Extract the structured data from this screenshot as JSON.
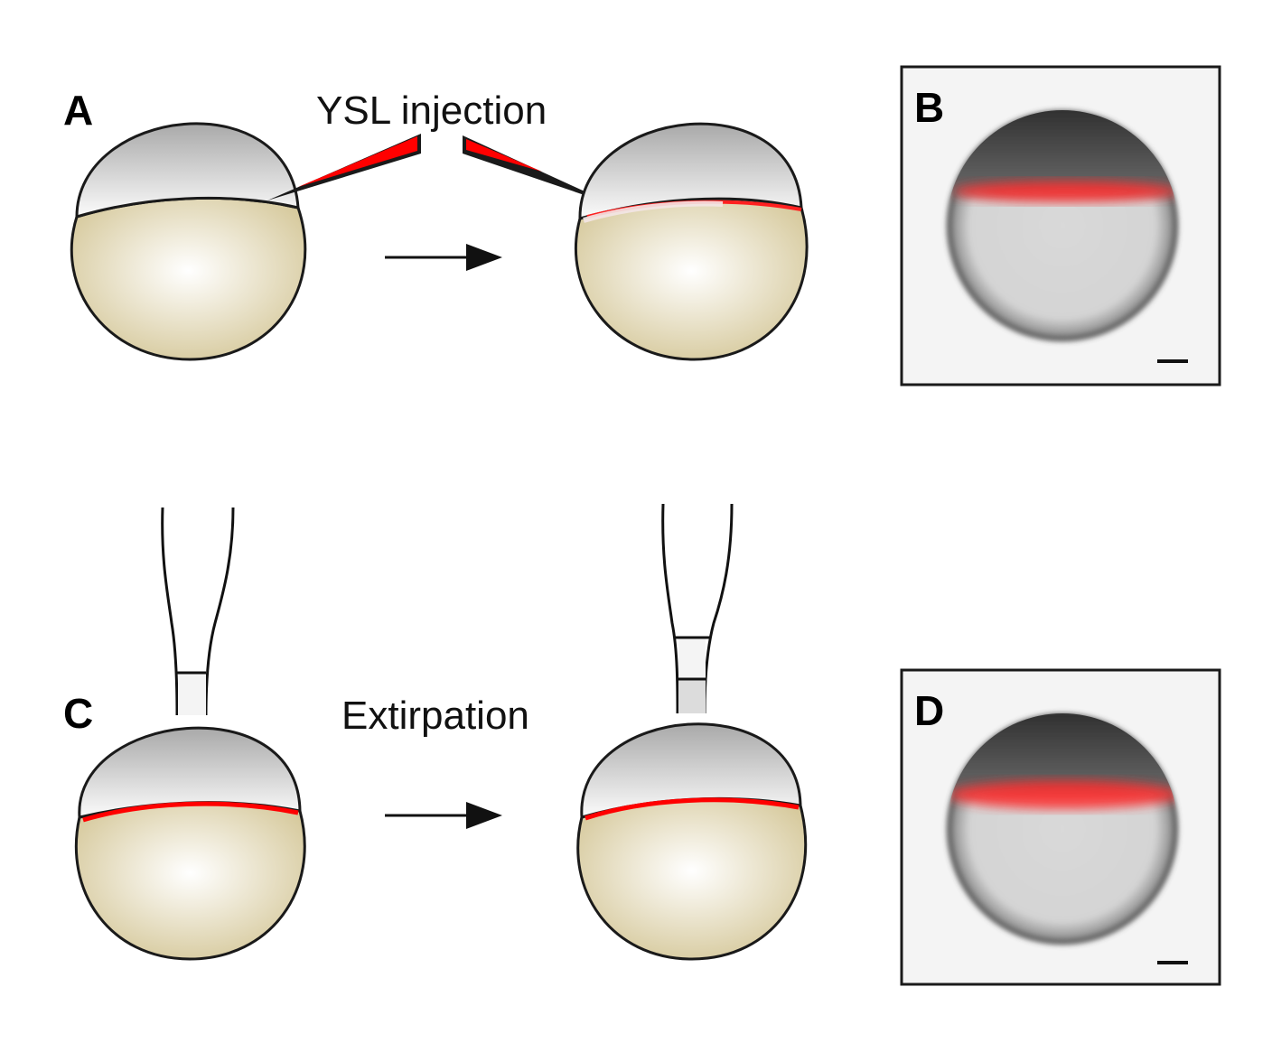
{
  "panels": {
    "a": {
      "letter": "A"
    },
    "b": {
      "letter": "B"
    },
    "c": {
      "letter": "C"
    },
    "d": {
      "letter": "D"
    }
  },
  "captions": {
    "injection": "YSL injection",
    "extirpation": "Extirpation"
  },
  "colors": {
    "blastoderm_light": "#fbfbfb",
    "blastoderm_dark": "#a9a9a9",
    "yolk_light": "#ffffff",
    "yolk_dark": "#d6c99c",
    "ysl_label": "#ff0000",
    "outline": "#1a1a1a",
    "micrograph_frame": "#1a1a1a"
  }
}
